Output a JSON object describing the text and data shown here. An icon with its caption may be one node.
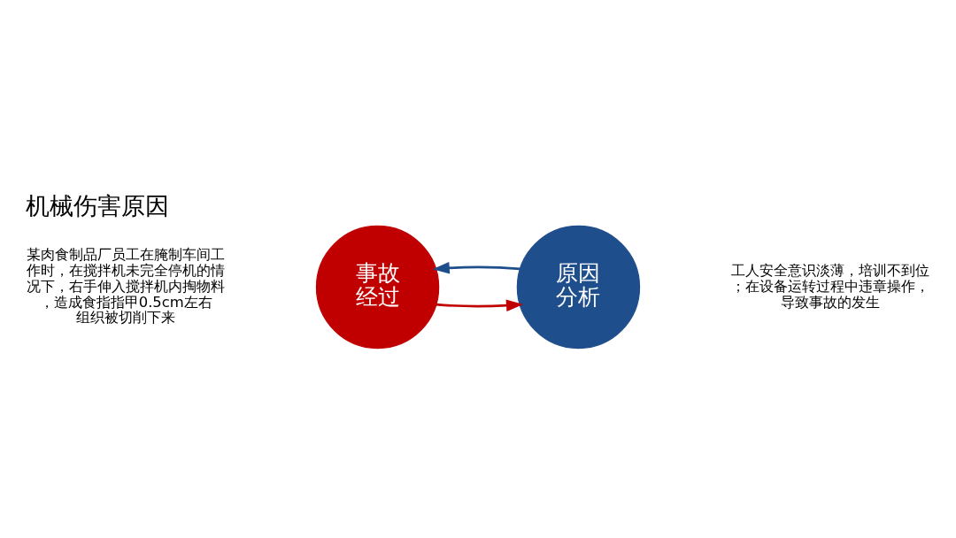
{
  "diagram": {
    "title": "机械伤害原因",
    "nodes": [
      {
        "text": [
          "事故经过"
        ]
      },
      {
        "text": [
          "原因分析"
        ]
      }
    ],
    "edges": [
      {
        "from": 0,
        "to": 1,
        "arrow": "to",
        "color": "#c00000"
      },
      {
        "from": 1,
        "to": 0,
        "arrow": "to",
        "color": "#1f4e8c"
      }
    ],
    "labels": [
      "某肉食制品厂员工在腌制车间工作时，在搅拌机未完全停机的情况下，右手伸入搅拌机内掏物料，造成食指指甲0.5cm左右组织被切削下来",
      "工人安全意识淡薄，培训不到位；在设备运转过程中违章操作，导致事故的发生"
    ]
  }
}
